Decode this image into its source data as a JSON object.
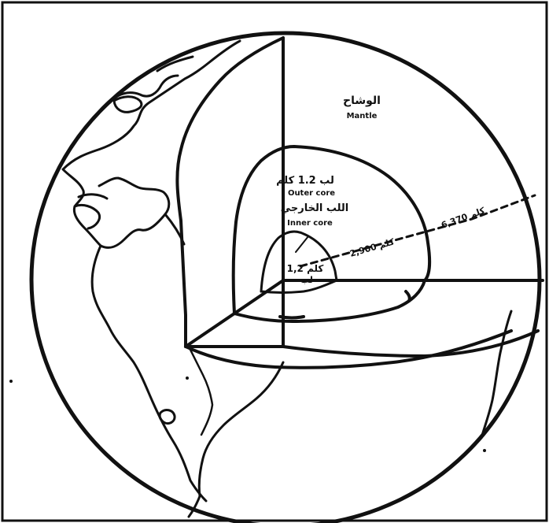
{
  "diagram": {
    "labels": {
      "mantle_arabic": "الوشاح",
      "mantle_english": "Mantle",
      "outer_core_arabic_top": "لب 1.2 كلم",
      "outer_core_english": "Outer core",
      "outer_core_arabic_mid": "اللب الخارجي",
      "inner_core_english_partial": "Inner core",
      "inner_core_arabic": "1,2 كلم",
      "inner_core_arabic_2": "لب",
      "dist_core": "2,900 كلم",
      "dist_surface": "6,370 كلم"
    }
  }
}
